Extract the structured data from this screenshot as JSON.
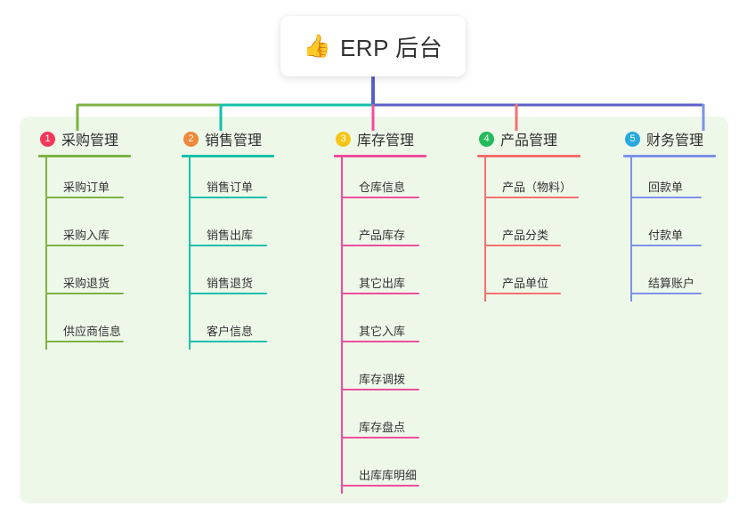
{
  "root": {
    "icon": "thumbs-up-icon",
    "icon_glyph": "👍",
    "title": "ERP 后台"
  },
  "palette": {
    "panel_bg": "#eef8e9",
    "page_bg": "#ffffff",
    "trunk": "#5b5fc7",
    "connector_green": "#7cb342",
    "connector_teal": "#14c0ab",
    "connector_blue": "#5b5fc7"
  },
  "columns": [
    {
      "number": "1",
      "title": "采购管理",
      "badge_color": "#f2395a",
      "line_color": "#7cb342",
      "items": [
        {
          "label": "采购订单"
        },
        {
          "label": "采购入库"
        },
        {
          "label": "采购退货"
        },
        {
          "label": "供应商信息"
        }
      ]
    },
    {
      "number": "2",
      "title": "销售管理",
      "badge_color": "#f0883a",
      "line_color": "#14c0ab",
      "items": [
        {
          "label": "销售订单"
        },
        {
          "label": "销售出库"
        },
        {
          "label": "销售退货"
        },
        {
          "label": "客户信息"
        }
      ]
    },
    {
      "number": "3",
      "title": "库存管理",
      "badge_color": "#f5c518",
      "line_color": "#ef4d9c",
      "items": [
        {
          "label": "仓库信息"
        },
        {
          "label": "产品库存"
        },
        {
          "label": "其它出库"
        },
        {
          "label": "其它入库"
        },
        {
          "label": "库存调拨"
        },
        {
          "label": "库存盘点"
        },
        {
          "label": "出库库明细"
        }
      ]
    },
    {
      "number": "4",
      "title": "产品管理",
      "badge_color": "#22bb5b",
      "line_color": "#f4706e",
      "items": [
        {
          "label": "产品（物料）"
        },
        {
          "label": "产品分类"
        },
        {
          "label": "产品单位"
        }
      ]
    },
    {
      "number": "5",
      "title": "财务管理",
      "badge_color": "#26a9e0",
      "line_color": "#7d92e8",
      "items": [
        {
          "label": "回款单"
        },
        {
          "label": "付款单"
        },
        {
          "label": "结算账户"
        }
      ]
    }
  ]
}
